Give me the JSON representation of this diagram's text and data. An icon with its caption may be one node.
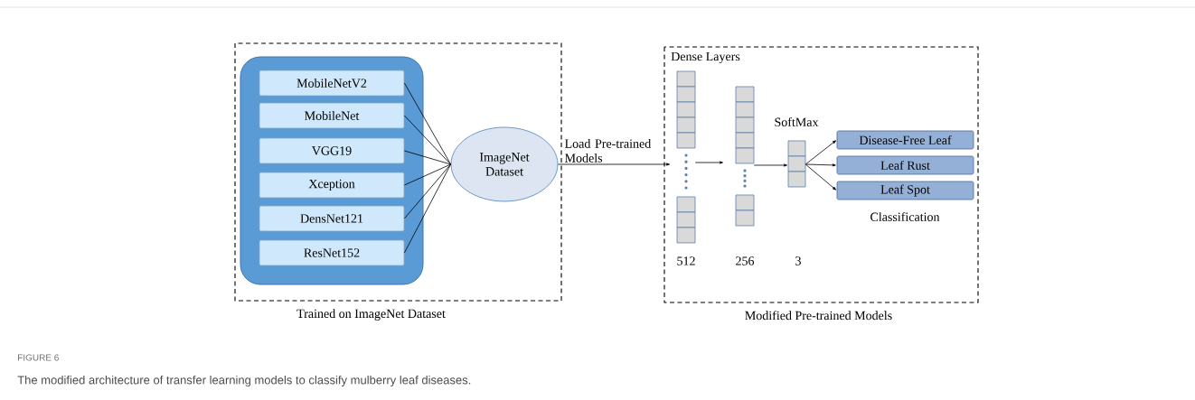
{
  "diagram": {
    "caption": "The modified architecture of transfer learning models to classify mulberry leaf diseases.",
    "nodes": [
      {
        "text": [
          "Trained on ImageNet Dataset"
        ]
      },
      {
        "text": [],
        "shape": "box",
        "in": 0
      },
      {
        "text": [
          "MobileNetV2"
        ],
        "in": 1
      },
      {
        "text": [
          "MobileNet"
        ],
        "in": 1
      },
      {
        "text": [
          "VGG19"
        ],
        "in": 1
      },
      {
        "text": [
          "Xception"
        ],
        "in": 1
      },
      {
        "text": [
          "DensNet121"
        ],
        "in": 1
      },
      {
        "text": [
          "ResNet152"
        ],
        "in": 1
      },
      {
        "text": [
          "ImageNet Dataset"
        ],
        "in": 0
      },
      {
        "text": [
          "Modified Pre-trained Models"
        ]
      },
      {
        "text": [],
        "shape": "bar",
        "in": 9,
        "beside": [
          "512"
        ]
      },
      {
        "text": [],
        "shape": "bar",
        "in": 9,
        "beside": [
          "256"
        ]
      },
      {
        "text": [],
        "shape": "bar",
        "in": 9,
        "beside": [
          "SoftMax"
        ]
      },
      {
        "text": [
          "Disease-Free Leaf"
        ],
        "in": 9
      },
      {
        "text": [
          "Leaf Rust"
        ],
        "in": 9
      },
      {
        "text": [
          "Leaf Spot"
        ],
        "in": 9
      }
    ],
    "edges": [
      {
        "from": 2,
        "to": 8,
        "arrow": "none"
      },
      {
        "from": 3,
        "to": 8,
        "arrow": "none"
      },
      {
        "from": 4,
        "to": 8,
        "arrow": "none"
      },
      {
        "from": 5,
        "to": 8,
        "arrow": "none"
      },
      {
        "from": 6,
        "to": 8,
        "arrow": "none"
      },
      {
        "from": 7,
        "to": 8,
        "arrow": "none"
      },
      {
        "from": 8,
        "to": 10,
        "arrow": "to",
        "label": "Load Pre-trained Models"
      },
      {
        "from": 10,
        "to": 11,
        "arrow": "to"
      },
      {
        "from": 11,
        "to": 12,
        "arrow": "to"
      },
      {
        "from": 12,
        "to": 13,
        "arrow": "to"
      },
      {
        "from": 12,
        "to": 14,
        "arrow": "to"
      },
      {
        "from": 12,
        "to": 15,
        "arrow": "to"
      }
    ],
    "labels": [
      "Dense Layers",
      "3",
      "Classification",
      "FIGURE 6"
    ]
  }
}
